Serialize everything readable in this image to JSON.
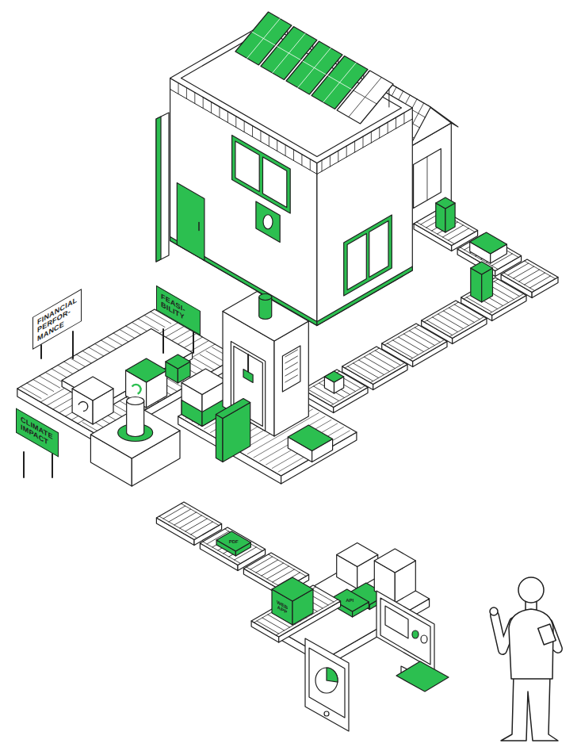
{
  "diagram": {
    "nodes": [
      {
        "text": [
          "FINANCIAL PERFOR- MANCE"
        ]
      },
      {
        "text": [
          "FEASI- BILITY"
        ]
      },
      {
        "text": [
          "CLIMATE IMPACT"
        ]
      }
    ],
    "labels": [
      "PDF",
      "API",
      "WEB APP"
    ]
  }
}
